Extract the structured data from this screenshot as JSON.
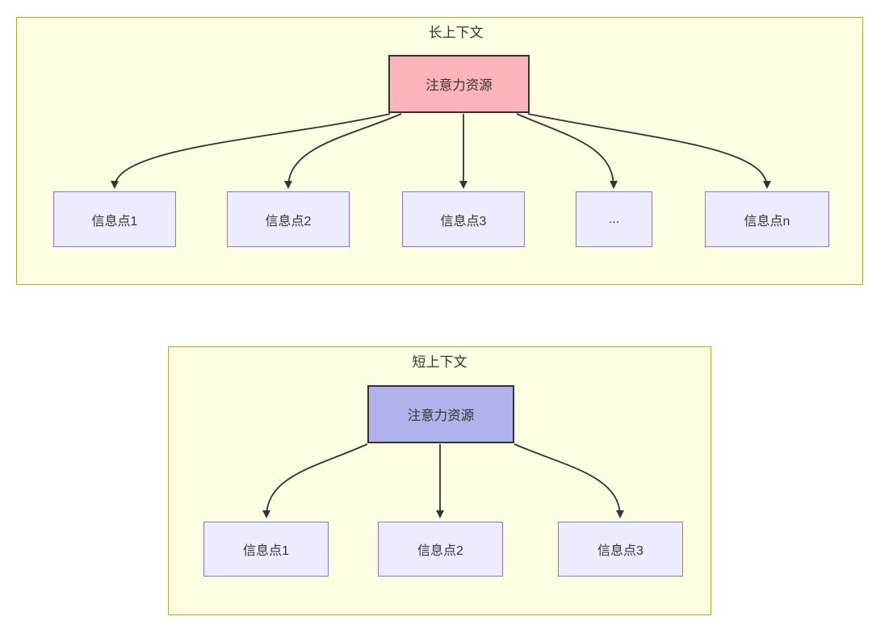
{
  "colors": {
    "container_fill": "#fdfde1",
    "container_border": "#aaaa33",
    "node_fill": "#ececff",
    "node_border": "#9370db",
    "attention_long_fill": "#fbb4ba",
    "attention_short_fill": "#b1b1ec",
    "ink": "#333333"
  },
  "long_context": {
    "title": "长上下文",
    "attention_label": "注意力资源",
    "info_points": [
      "信息点1",
      "信息点2",
      "信息点3",
      "...",
      "信息点n"
    ],
    "edges": [
      {
        "from": "注意力资源",
        "to": "信息点1"
      },
      {
        "from": "注意力资源",
        "to": "信息点2"
      },
      {
        "from": "注意力资源",
        "to": "信息点3"
      },
      {
        "from": "注意力资源",
        "to": "..."
      },
      {
        "from": "注意力资源",
        "to": "信息点n"
      }
    ]
  },
  "short_context": {
    "title": "短上下文",
    "attention_label": "注意力资源",
    "info_points": [
      "信息点1",
      "信息点2",
      "信息点3"
    ],
    "edges": [
      {
        "from": "注意力资源",
        "to": "信息点1"
      },
      {
        "from": "注意力资源",
        "to": "信息点2"
      },
      {
        "from": "注意力资源",
        "to": "信息点3"
      }
    ]
  }
}
